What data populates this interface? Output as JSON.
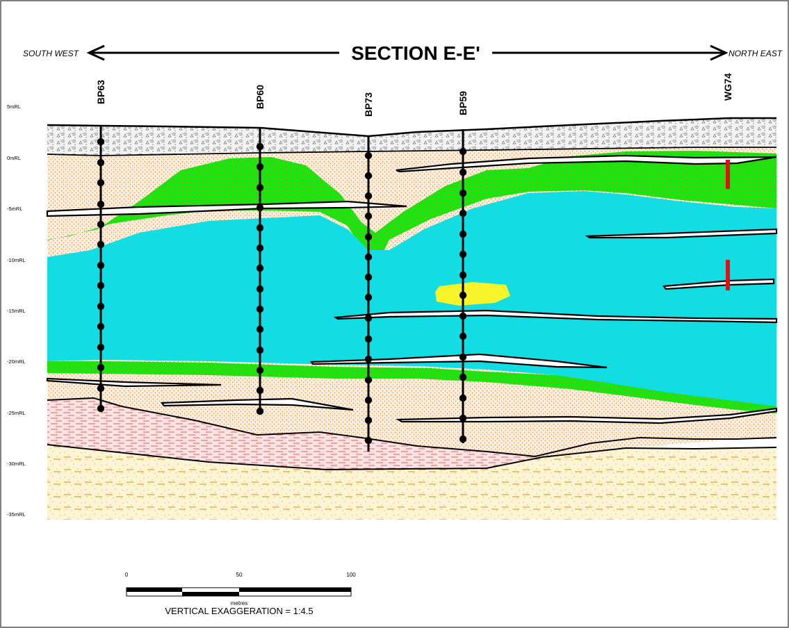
{
  "title": "SECTION E-E'",
  "direction_left": "SOUTH WEST",
  "direction_right": "NORTH EAST",
  "boreholes": [
    {
      "id": "BP63"
    },
    {
      "id": "BP60"
    },
    {
      "id": "BP73"
    },
    {
      "id": "BP59"
    },
    {
      "id": "WG74"
    }
  ],
  "elevation_labels": [
    "5mRL",
    "0mRL",
    "-5mRL",
    "-10mRL",
    "-15mRL",
    "-20mRL",
    "-25mRL",
    "-30mRL",
    "-35mRL"
  ],
  "scale_bar": {
    "ticks": [
      "0",
      "50",
      "100"
    ],
    "unit": "metres"
  },
  "vertical_exaggeration": "VERTICAL EXAGGERATION = 1:4.5",
  "colors": {
    "fill_topsoil": "#ffffff",
    "fill_sand": "#fde9cf",
    "fill_green": "#11e711",
    "fill_cyan": "#11dde3",
    "fill_yellow": "#f7f52a",
    "fill_clay": "#fcd6d6",
    "fill_base": "#fdf2c8",
    "sample_marker": "#e01010"
  }
}
